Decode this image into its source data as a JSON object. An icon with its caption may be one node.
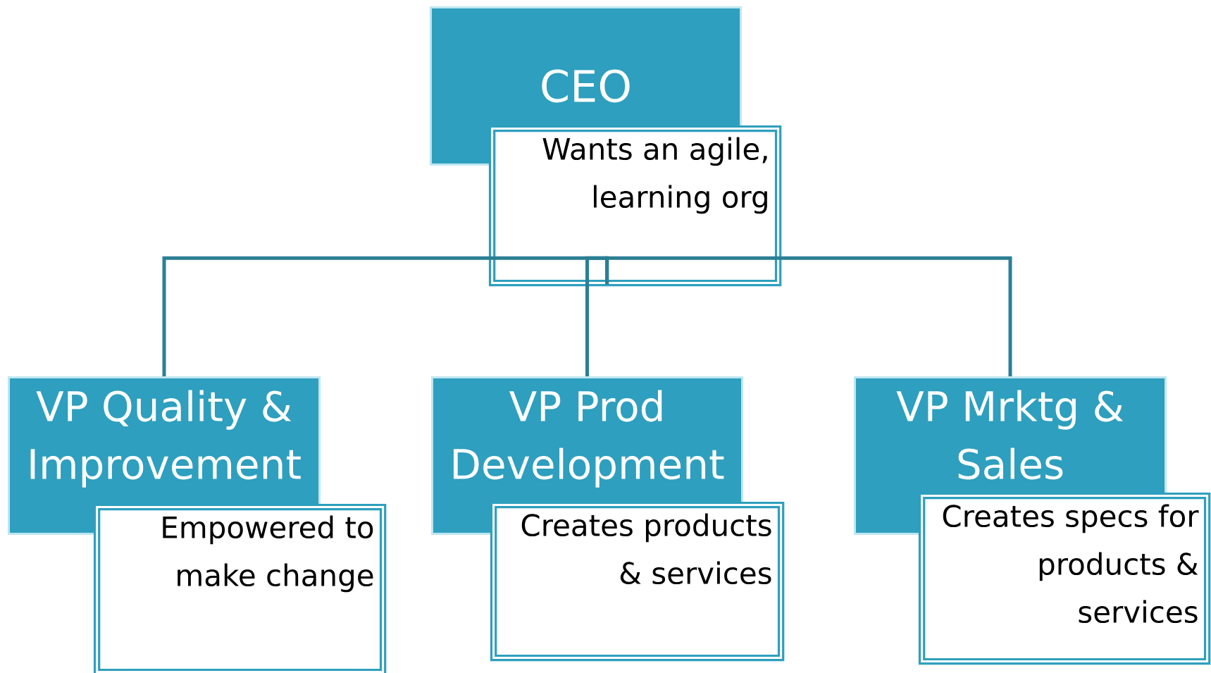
{
  "diagram": {
    "nodes": [
      {
        "text": [
          "CEO"
        ]
      },
      {
        "text": [
          "Wants an agile, learning org"
        ]
      },
      {
        "text": [
          "VP Quality & Improvement"
        ]
      },
      {
        "text": [
          "Empowered to make change"
        ]
      },
      {
        "text": [
          "VP Prod Development"
        ]
      },
      {
        "text": [
          "Creates products & services"
        ]
      },
      {
        "text": [
          "VP Mrktg & Sales"
        ]
      },
      {
        "text": [
          "Creates specs for products & services"
        ]
      }
    ],
    "edges": [
      {
        "from": 1,
        "to": 2,
        "arrow": "none"
      },
      {
        "from": 1,
        "to": 4,
        "arrow": "none"
      },
      {
        "from": 1,
        "to": 6,
        "arrow": "none"
      }
    ]
  }
}
